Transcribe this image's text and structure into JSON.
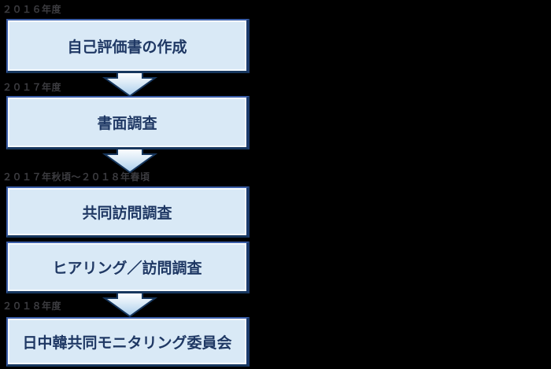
{
  "diagram": {
    "title_hint": "monitoring-process-flow",
    "colors": {
      "background": "#000000",
      "box_fill": "#d9e9f6",
      "box_border": "#3a5da8",
      "box_border_dark": "#17375e",
      "box_text": "#1f3864",
      "label_text": "#3c3c40",
      "arrow_fill_top": "#ffffff",
      "arrow_fill_bottom": "#a9cdec"
    },
    "steps": [
      {
        "period": "２０１６年度",
        "box": "自己評価書の作成"
      },
      {
        "period": "２０１７年度",
        "box": "書面調査"
      },
      {
        "period": "２０１７年秋頃～２０１８年春頃",
        "box": "共同訪問調査"
      },
      {
        "period": "",
        "box": "ヒアリング／訪問調査"
      },
      {
        "period": "２０１８年度",
        "box": "日中韓共同モニタリング委員会"
      }
    ]
  }
}
